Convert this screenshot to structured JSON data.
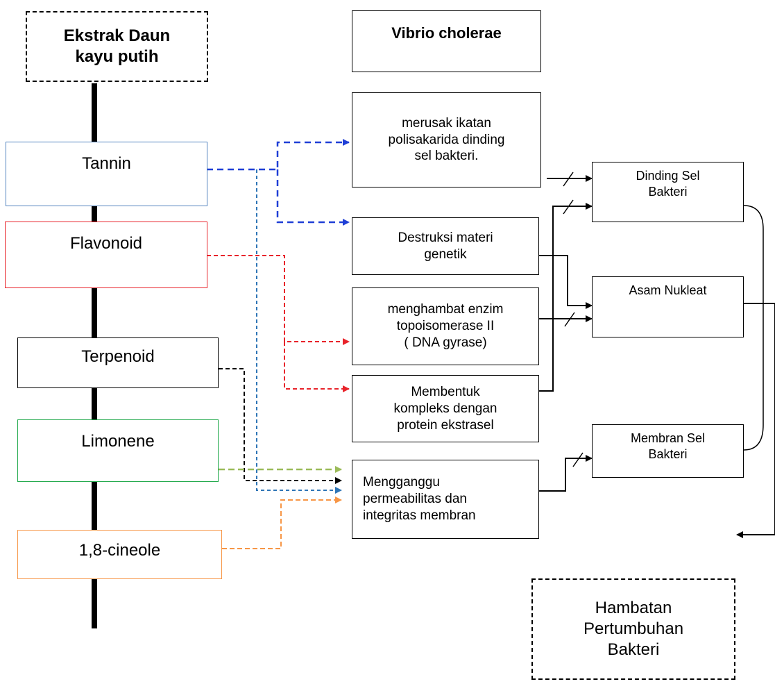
{
  "diagram": {
    "source": "Ekstrak Daun\nkayu putih",
    "bacterium": "Vibrio cholerae",
    "compounds": [
      {
        "label": "Tannin",
        "color": "#4f81bd"
      },
      {
        "label": "Flavonoid",
        "color": "#e8232a"
      },
      {
        "label": "Terpenoid",
        "color": "#000000"
      },
      {
        "label": "Limonene",
        "color": "#1fa84a"
      },
      {
        "label": "1,8-cineole",
        "color": "#f79646"
      }
    ],
    "mechanisms": [
      "merusak ikatan\npolisakarida dinding\nsel bakteri.",
      "Destruksi materi\ngenetik",
      "menghambat enzim\ntopoisomerase II\n( DNA gyrase)",
      "Membentuk\nkompleks dengan\nprotein ekstrasel",
      "Mengganggu\npermeabilitas dan\nintegritas  membran"
    ],
    "targets": [
      "Dinding Sel\nBakteri",
      "Asam Nukleat",
      "Membran Sel\nBakteri"
    ],
    "outcome": "Hambatan\nPertumbuhan\nBakteri",
    "arrow_colors": {
      "blue": "#1f3fd6",
      "red": "#e8232a",
      "green": "#9bbb59",
      "black": "#000000",
      "lightblue": "#2e75b6",
      "orange": "#f79646"
    }
  }
}
